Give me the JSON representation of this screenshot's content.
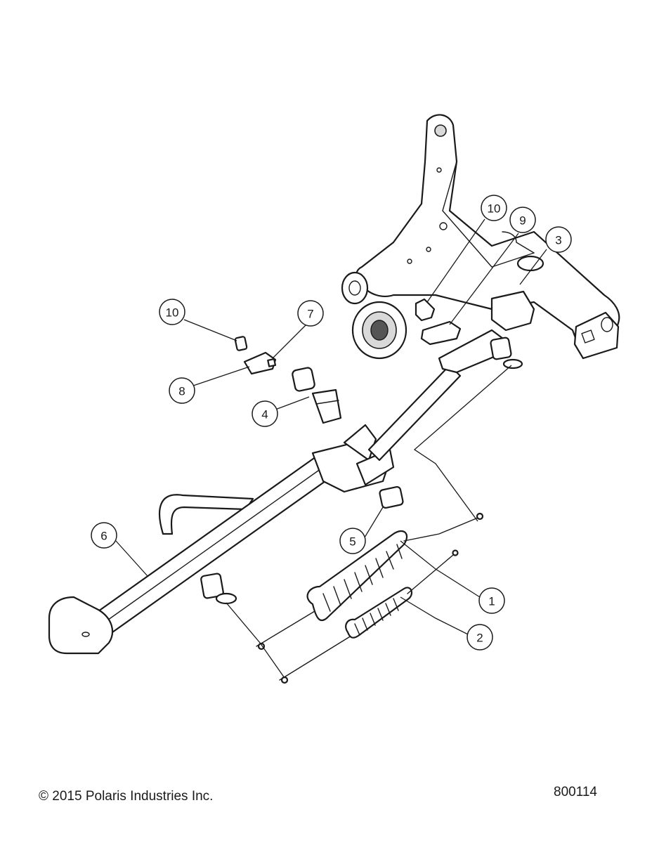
{
  "footer": {
    "copyright": "© 2015 Polaris Industries Inc.",
    "drawing_number": "800114"
  },
  "callouts": [
    "1",
    "2",
    "3",
    "4",
    "5",
    "6",
    "7",
    "8",
    "9",
    "10",
    "10"
  ],
  "colors": {
    "ink": "#1a1a1a",
    "background": "#ffffff",
    "shade": "#d9d9d9"
  }
}
